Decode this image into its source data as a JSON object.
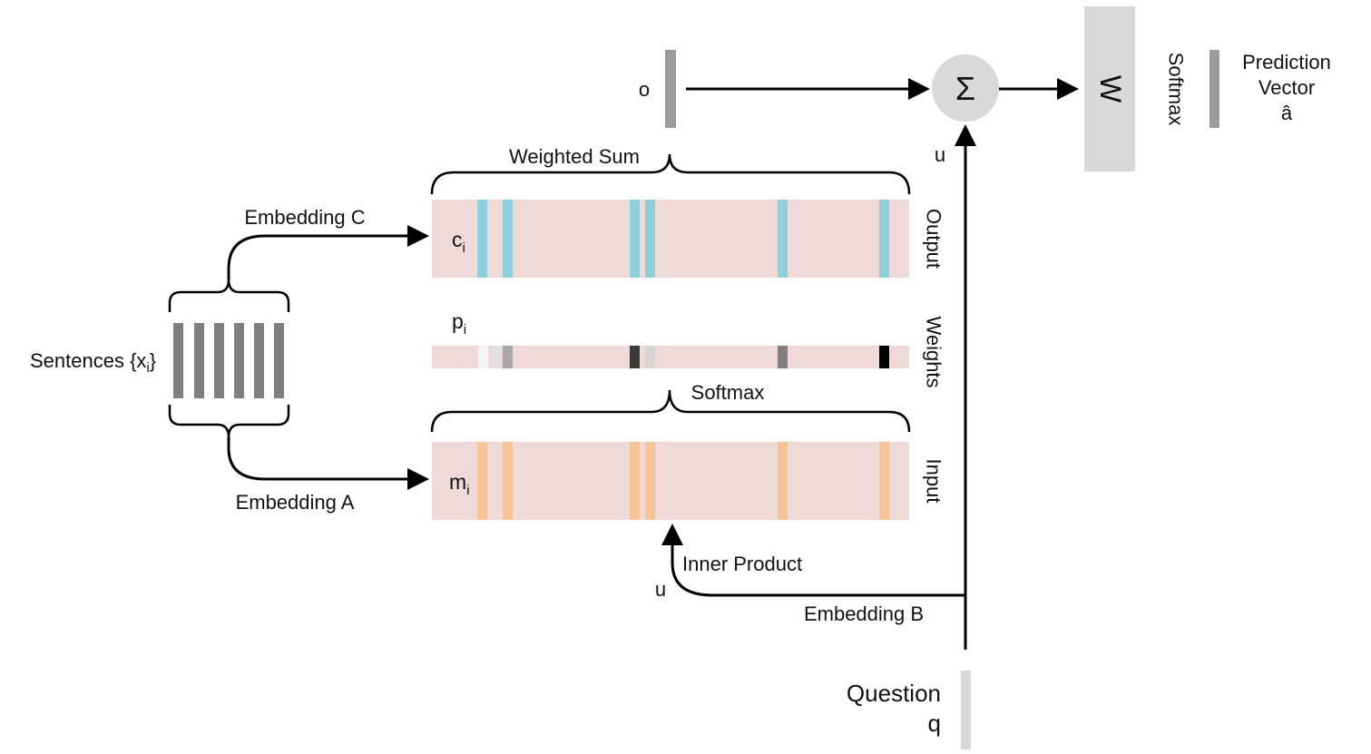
{
  "labels": {
    "o": "o",
    "sigma": "Σ",
    "w": "W",
    "softmax_top": "Softmax",
    "prediction_line1": "Prediction",
    "prediction_line2": "Vector",
    "prediction_line3": "â",
    "u_top": "u",
    "weighted_sum": "Weighted Sum",
    "embedding_c": "Embedding C",
    "c_base": "c",
    "c_sub": "i",
    "output": "Output",
    "p_base": "p",
    "p_sub": "i",
    "weights": "Weights",
    "sentences_prefix": "Sentences {x",
    "sentences_sub": "i",
    "sentences_suffix": "}",
    "softmax_mid": "Softmax",
    "m_base": "m",
    "m_sub": "i",
    "input": "Input",
    "embedding_a": "Embedding A",
    "inner_product": "Inner Product",
    "u_bottom": "u",
    "embedding_b": "Embedding B",
    "question_line1": "Question",
    "question_line2": "q"
  },
  "colors": {
    "memory_bg": "#f0dad8",
    "output_stripe": "#8ecfdc",
    "input_stripe": "#f8c497",
    "sentence_bar": "#7f7f7f",
    "vector_bar": "#9b9b9b",
    "w_block": "#d9d9d9",
    "sigma_circle": "#d9d9d9",
    "question_bar": "#d9d9d9",
    "weight_shades": [
      "#f6f6f6",
      "#e0e0e0",
      "#a8a8a8",
      "#3a3a3a",
      "#d6d6d6",
      "#808080",
      "#000000"
    ]
  }
}
